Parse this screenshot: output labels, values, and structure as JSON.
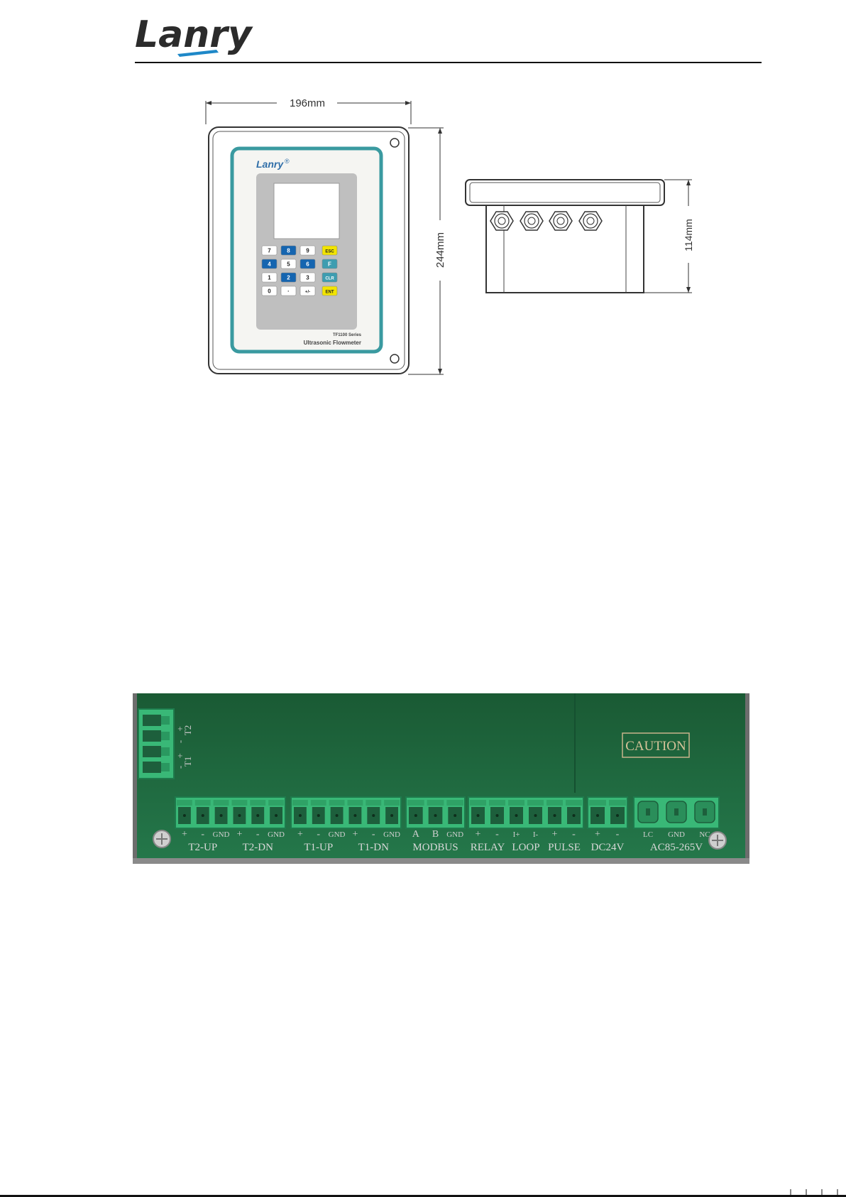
{
  "header": {
    "brand": "Lanry"
  },
  "front_view": {
    "width_label": "196mm",
    "height_label": "244mm",
    "panel_brand": "Lanry",
    "registered_mark": "®",
    "series_label": "TF1100 Series",
    "product_name": "Ultrasonic Flowmeter",
    "keypad": [
      [
        "7",
        "8",
        "9",
        "ESC"
      ],
      [
        "4",
        "5",
        "6",
        "F"
      ],
      [
        "1",
        "2",
        "3",
        "CLR"
      ],
      [
        "0",
        "·",
        "+/-",
        "ENT"
      ]
    ]
  },
  "side_view": {
    "depth_label": "114mm"
  },
  "terminal_board": {
    "caution_label": "CAUTION",
    "side_block": {
      "signs": [
        "+",
        "-",
        "+",
        "-"
      ],
      "labels": [
        "T2",
        "T1"
      ]
    },
    "groups": [
      {
        "label": "T2-UP",
        "pins": [
          "+",
          "-",
          "GND"
        ]
      },
      {
        "label": "T2-DN",
        "pins": [
          "+",
          "-",
          "GND"
        ]
      },
      {
        "label": "T1-UP",
        "pins": [
          "+",
          "-",
          "GND"
        ]
      },
      {
        "label": "T1-DN",
        "pins": [
          "+",
          "-",
          "GND"
        ]
      },
      {
        "label": "MODBUS",
        "pins": [
          "A",
          "B",
          "GND"
        ]
      },
      {
        "label": "RELAY",
        "pins": [
          "+",
          "-"
        ]
      },
      {
        "label": "LOOP",
        "pins": [
          "I+",
          "I-"
        ]
      },
      {
        "label": "PULSE",
        "pins": [
          "+",
          "-"
        ]
      },
      {
        "label": "DC24V",
        "pins": [
          "+",
          "-"
        ]
      },
      {
        "label": "AC85-265V",
        "pins": [
          "LC",
          "GND",
          "NC"
        ]
      }
    ]
  },
  "colors": {
    "brand_dark": "#2b2b2b",
    "brand_blue": "#1e88c8",
    "panel_teal": "#3a9aa0",
    "pcb_green": "#1f6b3f",
    "terminal_green": "#39b877",
    "key_blue": "#1565b0",
    "key_yellow": "#f2e400",
    "key_teal": "#3d9db0"
  }
}
